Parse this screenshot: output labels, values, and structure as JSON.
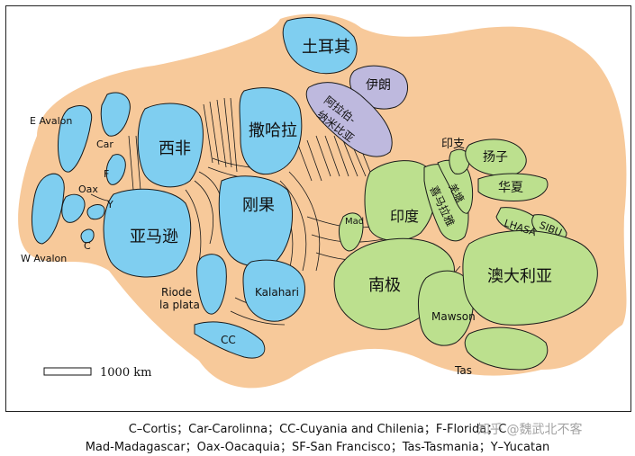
{
  "map": {
    "regions": {
      "turkey": "土耳其",
      "iran": "伊朗",
      "arabia_1": "阿拉伯-",
      "arabia_2": "纳米比亚",
      "w_africa": "西非",
      "sahara": "撒哈拉",
      "congo": "刚果",
      "amazon": "亚马逊",
      "kalahari": "Kalahari",
      "rio_1": "Riode",
      "rio_2": "la plata",
      "cc": "CC",
      "indochina": "印支",
      "yangtze": "扬子",
      "cathaysia": "华夏",
      "india": "印度",
      "qiangtang": "羌塘",
      "himalaya": "喜马拉雅",
      "mad": "Mad",
      "lhasa": "LHASA",
      "sibu": "SIBU",
      "antarctica": "南极",
      "australia": "澳大利亚",
      "mawson": "Mawson",
      "tas": "Tas",
      "e_avalon": "E Avalon",
      "w_avalon": "W Avalon",
      "car": "Car",
      "f": "F",
      "oax": "Oax",
      "y": "Y",
      "c": "C"
    },
    "scale_label": "1000 km",
    "colors": {
      "ocean_land": "#F7C99A",
      "blue_craton": "#7FCEF0",
      "green_craton": "#BCE08E",
      "purple_craton": "#BEB9DE",
      "outline": "#1a1a1a"
    }
  },
  "caption": {
    "line1": "C–Cortis；Car-Carolinna；CC-Cuyania and Chilenia；F-Florida；C",
    "line2": "Mad-Madagascar；Oax-Oacaquia；SF-San Francisco；Tas-Tasmania；Y–Yucatan"
  },
  "watermark": "知乎 @魏武北不客"
}
